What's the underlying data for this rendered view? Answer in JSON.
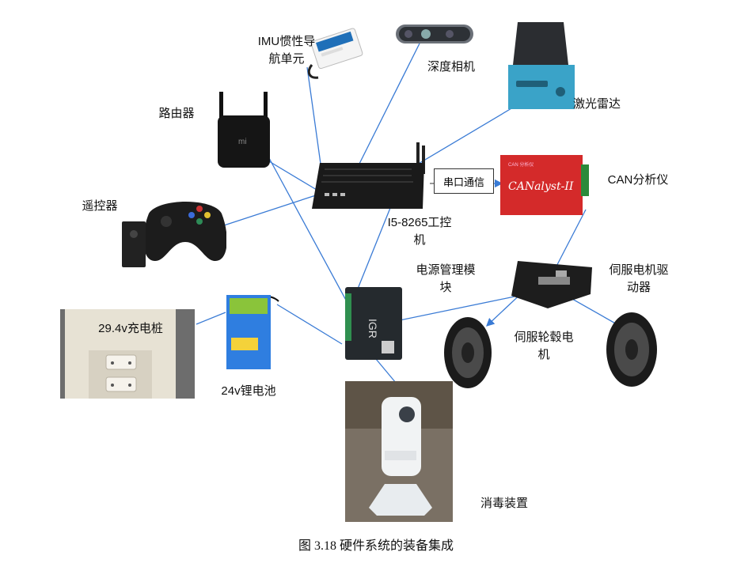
{
  "diagram": {
    "labels": {
      "imu": "IMU惯性导\n航单元",
      "depth_camera": "深度相机",
      "lidar": "激光雷达",
      "router": "路由器",
      "ipc": "I5-8265工控\n机",
      "serial": "串口通信",
      "can_analyzer": "CAN分析仪",
      "remote": "遥控器",
      "power_module": "电源管理模\n块",
      "servo_driver": "伺服电机驱\n动器",
      "charger": "29.4v充电桩",
      "battery": "24v锂电池",
      "hub_motor": "伺服轮毂电\n机",
      "disinfector": "消毒装置"
    },
    "device_text": {
      "canalyst": "CANalyst-II",
      "canalyst_brand": "CAN 分析仪",
      "power_module_brand": "IGR"
    }
  },
  "caption": "图 3.18  硬件系统的装备集成",
  "colors": {
    "wire": "#3a7bd5",
    "can_red": "#d42a2a",
    "lidar_blue": "#3aa3c8"
  }
}
